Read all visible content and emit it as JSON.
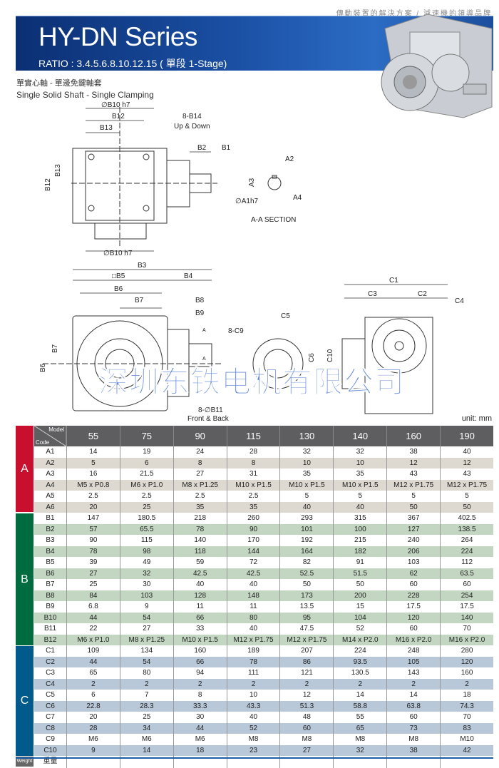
{
  "header": {
    "tagline": "傳動裝置的解決方案 / 減速機的領導品牌",
    "title": "HY-DN Series",
    "ratio": "RATIO : 3.4.5.6.8.10.12.15 ( 單段 1-Stage)",
    "subtitle_zh": "單實心軸 - 單邊免鍵軸套",
    "subtitle_en": "Single Solid Shaft - Single Clamping"
  },
  "drawing": {
    "labels": [
      "∅B10 h7",
      "B12",
      "B13",
      "8-B14",
      "Up & Down",
      "B2",
      "B1",
      "B13",
      "B12",
      "∅B10 h7",
      "A2",
      "A3",
      "A4",
      "∅A1h7",
      "A-A SECTION",
      "B3",
      "□B5",
      "B4",
      "B6",
      "B7",
      "B8",
      "B9",
      "B7",
      "B6",
      "8-∅B11",
      "Front & Back",
      "8-C9",
      "C5",
      "C6",
      "C1",
      "C3",
      "C2",
      "C4",
      "C10",
      "A",
      "A"
    ],
    "watermark": "深圳东铁电机有限公司",
    "unit": "unit: mm"
  },
  "table": {
    "corner_model": "Model",
    "corner_code": "Code",
    "models": [
      "55",
      "75",
      "90",
      "115",
      "130",
      "140",
      "160",
      "190"
    ],
    "groups": [
      {
        "label": "A",
        "color": "#c8102e",
        "rows": 4,
        "stripe": "#ddd8d0"
      },
      {
        "label": "B",
        "color": "#006b3f",
        "rows": 12,
        "stripe": "#c2d6c2"
      },
      {
        "label": "C",
        "color": "#005a8c",
        "rows": 10,
        "stripe": "#b8c8d8"
      }
    ],
    "rows": [
      [
        "A1",
        "14",
        "19",
        "24",
        "28",
        "32",
        "32",
        "38",
        "40"
      ],
      [
        "A2",
        "5",
        "6",
        "8",
        "8",
        "10",
        "10",
        "12",
        "12"
      ],
      [
        "A3",
        "16",
        "21.5",
        "27",
        "31",
        "35",
        "35",
        "43",
        "43"
      ],
      [
        "A4",
        "M5 x P0.8",
        "M6 x P1.0",
        "M8 x P1.25",
        "M10 x P1.5",
        "M10 x P1.5",
        "M10 x P1.5",
        "M12 x P1.75",
        "M12 x P1.75"
      ],
      [
        "A5",
        "2.5",
        "2.5",
        "2.5",
        "2.5",
        "5",
        "5",
        "5",
        "5"
      ],
      [
        "A6",
        "20",
        "25",
        "35",
        "35",
        "40",
        "40",
        "50",
        "50"
      ],
      [
        "B1",
        "147",
        "180.5",
        "218",
        "260",
        "293",
        "315",
        "367",
        "402.5"
      ],
      [
        "B2",
        "57",
        "65.5",
        "78",
        "90",
        "101",
        "100",
        "127",
        "138.5"
      ],
      [
        "B3",
        "90",
        "115",
        "140",
        "170",
        "192",
        "215",
        "240",
        "264"
      ],
      [
        "B4",
        "78",
        "98",
        "118",
        "144",
        "164",
        "182",
        "206",
        "224"
      ],
      [
        "B5",
        "39",
        "49",
        "59",
        "72",
        "82",
        "91",
        "103",
        "112"
      ],
      [
        "B6",
        "27",
        "32",
        "42.5",
        "42.5",
        "52.5",
        "51.5",
        "62",
        "63.5"
      ],
      [
        "B7",
        "25",
        "30",
        "40",
        "40",
        "50",
        "50",
        "60",
        "60"
      ],
      [
        "B8",
        "84",
        "103",
        "128",
        "148",
        "173",
        "200",
        "228",
        "254"
      ],
      [
        "B9",
        "6.8",
        "9",
        "11",
        "11",
        "13.5",
        "15",
        "17.5",
        "17.5"
      ],
      [
        "B10",
        "44",
        "54",
        "66",
        "80",
        "95",
        "104",
        "120",
        "140"
      ],
      [
        "B11",
        "22",
        "27",
        "33",
        "40",
        "47.5",
        "52",
        "60",
        "70"
      ],
      [
        "B12",
        "M6 x P1.0",
        "M8 x P1.25",
        "M10 x P1.5",
        "M12 x P1.75",
        "M12 x P1.75",
        "M14 x P2.0",
        "M16 x P2.0",
        "M16 x P2.0"
      ],
      [
        "C1",
        "109",
        "134",
        "160",
        "189",
        "207",
        "224",
        "248",
        "280"
      ],
      [
        "C2",
        "44",
        "54",
        "66",
        "78",
        "86",
        "93.5",
        "105",
        "120"
      ],
      [
        "C3",
        "65",
        "80",
        "94",
        "111",
        "121",
        "130.5",
        "143",
        "160"
      ],
      [
        "C4",
        "2",
        "2",
        "2",
        "2",
        "2",
        "2",
        "2",
        "2"
      ],
      [
        "C5",
        "6",
        "7",
        "8",
        "10",
        "12",
        "14",
        "14",
        "18"
      ],
      [
        "C6",
        "22.8",
        "28.3",
        "33.3",
        "43.3",
        "51.3",
        "58.8",
        "63.8",
        "74.3"
      ],
      [
        "C7",
        "20",
        "25",
        "30",
        "40",
        "48",
        "55",
        "60",
        "70"
      ],
      [
        "C8",
        "28",
        "34",
        "44",
        "52",
        "60",
        "65",
        "73",
        "83"
      ],
      [
        "C9",
        "M6",
        "M6",
        "M6",
        "M8",
        "M8",
        "M8",
        "M8",
        "M10"
      ],
      [
        "C10",
        "9",
        "14",
        "18",
        "23",
        "27",
        "32",
        "38",
        "42"
      ]
    ],
    "weight_badge": "Weight",
    "weight_label": "重量",
    "weight_values": [
      "",
      "",
      "",
      "",
      "",
      "",
      "",
      ""
    ]
  }
}
